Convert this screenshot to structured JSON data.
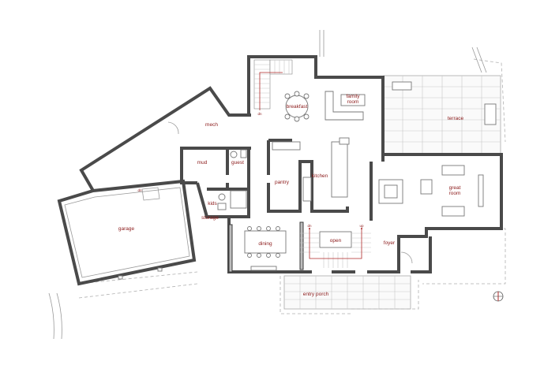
{
  "plan": {
    "rooms": {
      "mech": "mech",
      "mud": "mud",
      "guest": "guest",
      "kids": "kids",
      "storage": "storage",
      "garage": "garage",
      "breakfast": "breakfast",
      "family_room_1": "family",
      "family_room_2": "room",
      "kitchen": "kitchen",
      "pantry": "pantry",
      "dining": "dining",
      "open": "open",
      "foyer": "foyer",
      "great_room_1": "great",
      "great_room_2": "room",
      "terrace": "terrace",
      "entry_porch": "entry porch"
    },
    "stair_marks": {
      "upper_stair": "dn",
      "garage_stair": "dn",
      "main_stair_left": "dn",
      "main_stair_right": "up"
    },
    "colors": {
      "label": "#8b1a1a",
      "wall": "#4a4a4a"
    }
  }
}
